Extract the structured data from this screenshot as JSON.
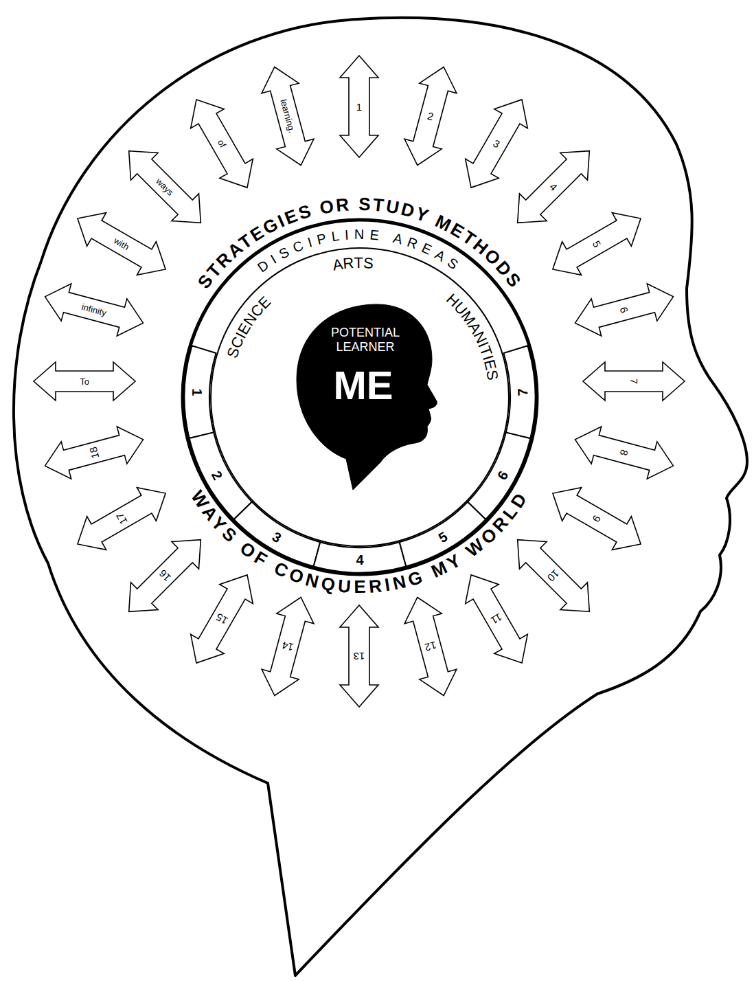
{
  "diagram": {
    "nodes": [
      {
        "text": [
          "STRATEGIES OR STUDY METHODS",
          "DISCIPLINE AREAS",
          "WAYS OF CONQUERING MY WORLD"
        ]
      },
      {
        "text": [
          "1"
        ],
        "in": 0
      },
      {
        "text": [
          "2"
        ],
        "in": 0
      },
      {
        "text": [
          "3"
        ],
        "in": 0
      },
      {
        "text": [
          "4"
        ],
        "in": 0
      },
      {
        "text": [
          "5"
        ],
        "in": 0
      },
      {
        "text": [
          "6"
        ],
        "in": 0
      },
      {
        "text": [
          "7"
        ],
        "in": 0
      },
      {
        "text": [
          "SCIENCE",
          "ARTS",
          "HUMANITIES"
        ],
        "in": 0
      },
      {
        "text": [
          "POTENTIAL LEARNER",
          "ME"
        ],
        "in": 8
      },
      {
        "text": [
          "To"
        ]
      },
      {
        "text": [
          "infinity"
        ]
      },
      {
        "text": [
          "with"
        ]
      },
      {
        "text": [
          "ways"
        ]
      },
      {
        "text": [
          "of"
        ]
      },
      {
        "text": [
          "learning."
        ]
      },
      {
        "text": [
          "1"
        ]
      },
      {
        "text": [
          "2"
        ]
      },
      {
        "text": [
          "3"
        ]
      },
      {
        "text": [
          "4"
        ]
      },
      {
        "text": [
          "5"
        ]
      },
      {
        "text": [
          "6"
        ]
      },
      {
        "text": [
          "7"
        ]
      },
      {
        "text": [
          "8"
        ]
      },
      {
        "text": [
          "9"
        ]
      },
      {
        "text": [
          "10"
        ]
      },
      {
        "text": [
          "11"
        ]
      },
      {
        "text": [
          "12"
        ]
      },
      {
        "text": [
          "13"
        ]
      },
      {
        "text": [
          "14"
        ]
      },
      {
        "text": [
          "15"
        ]
      },
      {
        "text": [
          "16"
        ]
      },
      {
        "text": [
          "17"
        ]
      },
      {
        "text": [
          "18"
        ]
      }
    ]
  }
}
